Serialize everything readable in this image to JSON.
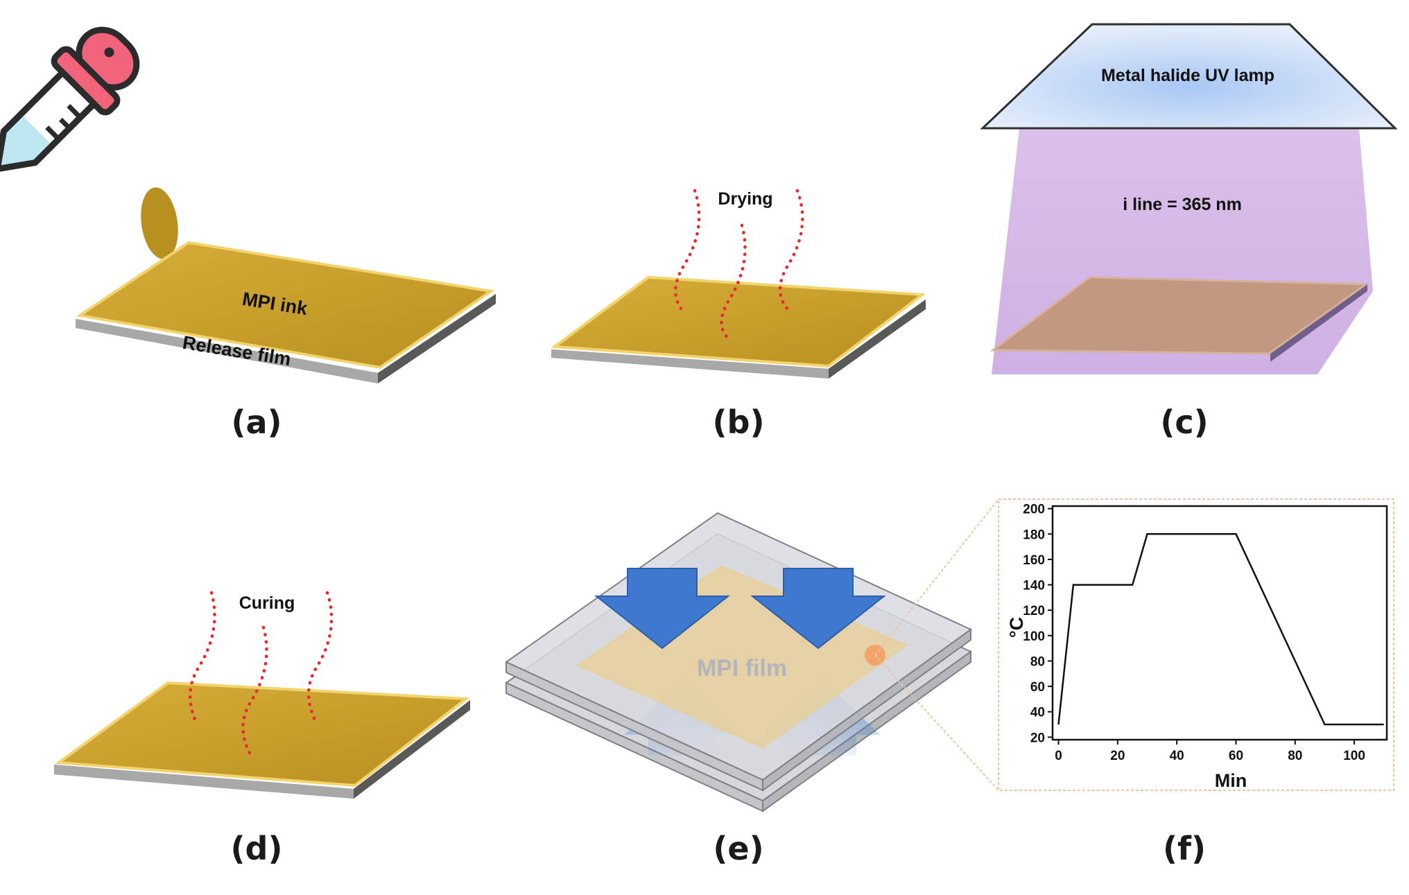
{
  "panels": {
    "a": {
      "label": "(a)",
      "ink_label": "MPI ink",
      "film_label": "Release film"
    },
    "b": {
      "label": "(b)",
      "step_label": "Drying"
    },
    "c": {
      "label": "(c)",
      "lamp_label": "Metal halide UV lamp",
      "wavelength_label": "i line = 365 nm"
    },
    "d": {
      "label": "(d)",
      "step_label": "Curing"
    },
    "e": {
      "label": "(e)",
      "film_label": "MPI film"
    },
    "f": {
      "label": "(f)"
    }
  },
  "colors": {
    "ink": "#c49a2c",
    "ink_highlight": "#f3d36b",
    "substrate": "#6d6d6d",
    "dots": "#e8282d",
    "uv_beam": "#c9a7de",
    "lamp": "#d6e4f4",
    "press_arrow": "#3f79cf",
    "heat_spot": "#f2a46a",
    "zoom_frame": "#f0c29f"
  },
  "icons": [
    "dropper-icon"
  ],
  "chart_data": {
    "type": "line",
    "title": "",
    "xlabel": "Min",
    "ylabel": "°C",
    "x": [
      0,
      5,
      25,
      30,
      60,
      90,
      110
    ],
    "y": [
      30,
      140,
      140,
      180,
      180,
      30,
      30
    ],
    "xlim": [
      -2,
      111
    ],
    "ylim": [
      18,
      202
    ],
    "xticks": [
      0,
      20,
      40,
      60,
      80,
      100
    ],
    "yticks": [
      20,
      40,
      60,
      80,
      100,
      120,
      140,
      160,
      180,
      200
    ],
    "grid": false,
    "color": "#111111"
  }
}
